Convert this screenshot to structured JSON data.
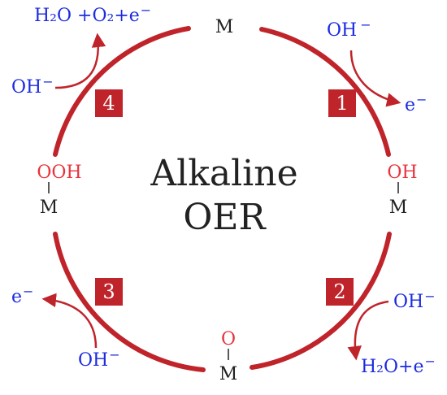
{
  "title": {
    "line1": "Alkaline",
    "line2": "OER"
  },
  "intermediates": {
    "m": {
      "metal": "M"
    },
    "m_oh": {
      "group": "OH",
      "metal": "M"
    },
    "m_o": {
      "group": "O",
      "metal": "M"
    },
    "m_ooh": {
      "group": "OOH",
      "metal": "M"
    }
  },
  "steps": [
    {
      "number": "1",
      "reactant": "OH",
      "reactant_sup": "−",
      "product": "e",
      "product_sup": "−"
    },
    {
      "number": "2",
      "reactant": "OH",
      "reactant_sup": "−",
      "product": "H₂O+e",
      "product_sup": "−"
    },
    {
      "number": "3",
      "reactant": "OH",
      "reactant_sup": "−",
      "product": "e",
      "product_sup": "−"
    },
    {
      "number": "4",
      "reactant": "OH",
      "reactant_sup": "−",
      "product": "H₂O +O₂+e",
      "product_sup": "−"
    }
  ],
  "colors": {
    "cycle": "#c0242b",
    "species": "#1a2be0",
    "adsorbate": "#e8323c",
    "metal": "#222222",
    "step_box": "#c0242b"
  }
}
